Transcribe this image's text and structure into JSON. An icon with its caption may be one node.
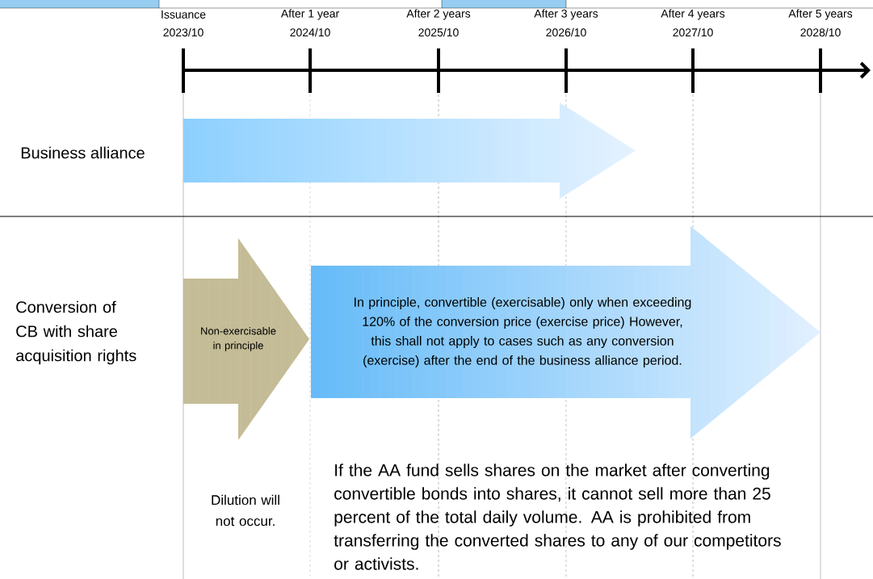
{
  "diagram": {
    "nodes": [
      {
        "text": [],
        "shape": "arrow"
      },
      {
        "text": [
          "Non-exercisable in principle"
        ]
      },
      {
        "text": [
          "In principle, convertible (exercisable) only when exceeding 120% of the conversion price (exercise price) However, this shall not apply to cases such as any conversion (exercise)  after the end of the business alliance period."
        ]
      }
    ],
    "edges": [],
    "labels": [
      "Issuance",
      "After 1 year",
      "After 2 years",
      "After 3 years",
      "After 4 years",
      "After 5 years",
      "2023/10",
      "2024/10",
      "2025/10",
      "2026/10",
      "2027/10",
      "2028/10",
      "Business alliance",
      "Conversion of CB with share acquisition rights",
      "Dilution will not occur.",
      "If the AA fund sells shares on the market after converting convertible bonds into shares, it cannot sell more than 25 percent of the total daily volume. AA is prohibited from transferring the converted shares to any of our competitors or activists."
    ]
  }
}
